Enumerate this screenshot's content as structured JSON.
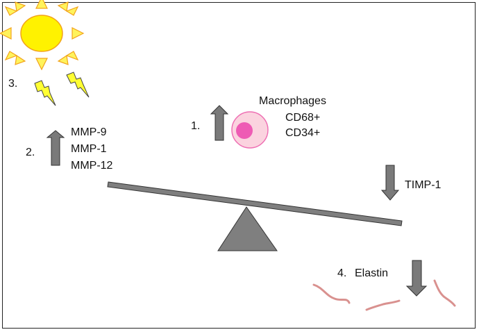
{
  "labels": {
    "step1": "1.",
    "step2": "2.",
    "step3": "3.",
    "step4": "4.",
    "macrophages": "Macrophages",
    "cd68": "CD68+",
    "cd34": "CD34+",
    "mmp9": "MMP-9",
    "mmp1": "MMP-1",
    "mmp12": "MMP-12",
    "timp1": "TIMP-1",
    "elastin": "Elastin"
  },
  "colors": {
    "sun_fill": "#fff200",
    "sun_stroke": "#f2a31b",
    "ray_fill": "#fff35c",
    "bolt_fill": "#ffff33",
    "arrow_fill": "#7a7a7a",
    "beam_fill": "#7f7f7f",
    "fulcrum_fill": "#7f7f7f",
    "cell_fill": "#fbd3df",
    "cell_stroke": "#ee6fb3",
    "nucleus_fill": "#ee5bb4",
    "fiber_stroke": "#d9918f"
  },
  "arrows": {
    "mmp": "up",
    "macrophages": "up",
    "timp1": "down",
    "elastin": "down"
  },
  "icons": [
    "sun-icon",
    "lightning-icon",
    "macrophage-cell-icon",
    "seesaw-icon",
    "elastin-fiber-icon"
  ]
}
